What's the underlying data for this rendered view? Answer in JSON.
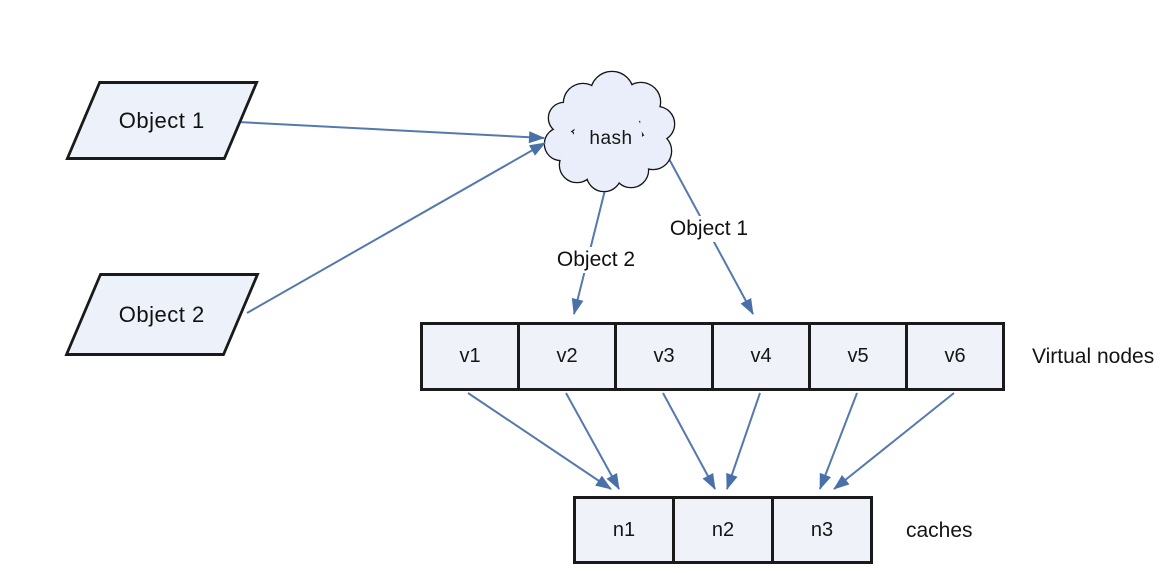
{
  "diagram": {
    "colors": {
      "line": "#5578ad",
      "arrowhead": "#4a70aa",
      "box_fill": "#eff2f9",
      "box_border": "#1a1a1a",
      "cloud_fill": "#e9eefa"
    },
    "objects": [
      {
        "id": "object-1",
        "label": "Object 1"
      },
      {
        "id": "object-2",
        "label": "Object 2"
      }
    ],
    "hash": {
      "label": "hash"
    },
    "hash_assignments": [
      {
        "label": "Object 2",
        "target": "v2"
      },
      {
        "label": "Object 1",
        "target": "v4"
      }
    ],
    "virtual_nodes": {
      "caption": "Virtual nodes",
      "items": [
        "v1",
        "v2",
        "v3",
        "v4",
        "v5",
        "v6"
      ]
    },
    "caches": {
      "caption": "caches",
      "items": [
        "n1",
        "n2",
        "n3"
      ]
    },
    "mappings": [
      {
        "from": "v1",
        "to": "n1"
      },
      {
        "from": "v2",
        "to": "n1"
      },
      {
        "from": "v3",
        "to": "n2"
      },
      {
        "from": "v4",
        "to": "n2"
      },
      {
        "from": "v5",
        "to": "n3"
      },
      {
        "from": "v6",
        "to": "n3"
      }
    ]
  }
}
